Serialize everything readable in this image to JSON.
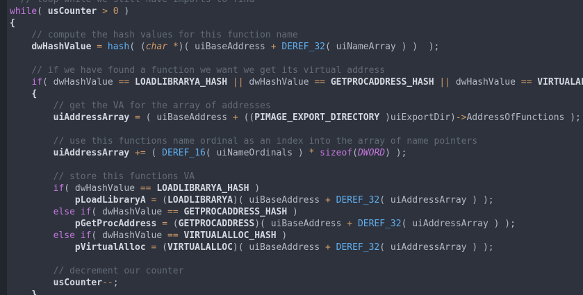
{
  "window": {
    "title": "code-editor-viewport"
  },
  "theme": {
    "background": "#2d323d",
    "gutter_strip": "#21252c",
    "plain_text": "#b4bac4",
    "bright_bold_text": "#d2d7de",
    "comment": "#636b77",
    "keyword": "#c678dd",
    "function_call": "#61afef",
    "operator": "#d19a66",
    "number": "#d19a66",
    "type_char_italic": "#d19a66",
    "type_dword_italic": "#c678dd"
  },
  "code": {
    "language": "c",
    "lines": [
      [
        [
          "cm",
          "  // loop while we still have imports to find"
        ]
      ],
      [
        [
          "kw",
          "while"
        ],
        [
          "pl",
          "( "
        ],
        [
          "b",
          "usCounter"
        ],
        [
          "pl",
          " "
        ],
        [
          "op",
          ">"
        ],
        [
          "pl",
          " "
        ],
        [
          "num",
          "0"
        ],
        [
          "pl",
          " )"
        ]
      ],
      [
        [
          "b",
          "{"
        ]
      ],
      [
        [
          "pl",
          "    "
        ],
        [
          "cm",
          "// compute the hash values for this function name"
        ]
      ],
      [
        [
          "pl",
          "    "
        ],
        [
          "b",
          "dwHashValue"
        ],
        [
          "pl",
          " "
        ],
        [
          "op",
          "="
        ],
        [
          "pl",
          " "
        ],
        [
          "fn",
          "hash"
        ],
        [
          "pl",
          "( ("
        ],
        [
          "tyo",
          "char"
        ],
        [
          "pl",
          " "
        ],
        [
          "op",
          "*"
        ],
        [
          "pl",
          ")( uiBaseAddress "
        ],
        [
          "op",
          "+"
        ],
        [
          "pl",
          " "
        ],
        [
          "fn",
          "DEREF_32"
        ],
        [
          "pl",
          "( uiNameArray ) )  );"
        ]
      ],
      [],
      [
        [
          "pl",
          "    "
        ],
        [
          "cm",
          "// if we have found a function we want we get its virtual address"
        ]
      ],
      [
        [
          "pl",
          "    "
        ],
        [
          "kw",
          "if"
        ],
        [
          "pl",
          "( dwHashValue "
        ],
        [
          "op",
          "=="
        ],
        [
          "pl",
          " "
        ],
        [
          "b",
          "LOADLIBRARYA_HASH"
        ],
        [
          "pl",
          " "
        ],
        [
          "op",
          "||"
        ],
        [
          "pl",
          " dwHashValue "
        ],
        [
          "op",
          "=="
        ],
        [
          "pl",
          " "
        ],
        [
          "b",
          "GETPROCADDRESS_HASH"
        ],
        [
          "pl",
          " "
        ],
        [
          "op",
          "||"
        ],
        [
          "pl",
          " dwHashValue "
        ],
        [
          "op",
          "=="
        ],
        [
          "pl",
          " "
        ],
        [
          "b",
          "VIRTUALALLOC_HASH"
        ],
        [
          "pl",
          " )"
        ]
      ],
      [
        [
          "pl",
          "    "
        ],
        [
          "b",
          "{"
        ]
      ],
      [
        [
          "pl",
          "        "
        ],
        [
          "cm",
          "// get the VA for the array of addresses"
        ]
      ],
      [
        [
          "pl",
          "        "
        ],
        [
          "b",
          "uiAddressArray"
        ],
        [
          "pl",
          " "
        ],
        [
          "op",
          "="
        ],
        [
          "pl",
          " ( uiBaseAddress "
        ],
        [
          "op",
          "+"
        ],
        [
          "pl",
          " (("
        ],
        [
          "b",
          "PIMAGE_EXPORT_DIRECTORY"
        ],
        [
          "pl",
          " )uiExportDir)"
        ],
        [
          "op",
          "->"
        ],
        [
          "pl",
          "AddressOfFunctions );"
        ]
      ],
      [],
      [
        [
          "pl",
          "        "
        ],
        [
          "cm",
          "// use this functions name ordinal as an index into the array of name pointers"
        ]
      ],
      [
        [
          "pl",
          "        "
        ],
        [
          "b",
          "uiAddressArray"
        ],
        [
          "pl",
          " "
        ],
        [
          "op",
          "+="
        ],
        [
          "pl",
          " ( "
        ],
        [
          "fn",
          "DEREF_16"
        ],
        [
          "pl",
          "( uiNameOrdinals ) "
        ],
        [
          "op",
          "*"
        ],
        [
          "pl",
          " "
        ],
        [
          "kw",
          "sizeof"
        ],
        [
          "pl",
          "("
        ],
        [
          "typ",
          "DWORD"
        ],
        [
          "pl",
          ") );"
        ]
      ],
      [],
      [
        [
          "pl",
          "        "
        ],
        [
          "cm",
          "// store this functions VA"
        ]
      ],
      [
        [
          "pl",
          "        "
        ],
        [
          "kw",
          "if"
        ],
        [
          "pl",
          "( dwHashValue "
        ],
        [
          "op",
          "=="
        ],
        [
          "pl",
          " "
        ],
        [
          "b",
          "LOADLIBRARYA_HASH"
        ],
        [
          "pl",
          " )"
        ]
      ],
      [
        [
          "pl",
          "            "
        ],
        [
          "b",
          "pLoadLibraryA"
        ],
        [
          "pl",
          " "
        ],
        [
          "op",
          "="
        ],
        [
          "pl",
          " ("
        ],
        [
          "b",
          "LOADLIBRARYA"
        ],
        [
          "pl",
          ")( uiBaseAddress "
        ],
        [
          "op",
          "+"
        ],
        [
          "pl",
          " "
        ],
        [
          "fn",
          "DEREF_32"
        ],
        [
          "pl",
          "( uiAddressArray ) );"
        ]
      ],
      [
        [
          "pl",
          "        "
        ],
        [
          "kw",
          "else"
        ],
        [
          "pl",
          " "
        ],
        [
          "kw",
          "if"
        ],
        [
          "pl",
          "( dwHashValue "
        ],
        [
          "op",
          "=="
        ],
        [
          "pl",
          " "
        ],
        [
          "b",
          "GETPROCADDRESS_HASH"
        ],
        [
          "pl",
          " )"
        ]
      ],
      [
        [
          "pl",
          "            "
        ],
        [
          "b",
          "pGetProcAddress"
        ],
        [
          "pl",
          " "
        ],
        [
          "op",
          "="
        ],
        [
          "pl",
          " ("
        ],
        [
          "b",
          "GETPROCADDRESS"
        ],
        [
          "pl",
          ")( uiBaseAddress "
        ],
        [
          "op",
          "+"
        ],
        [
          "pl",
          " "
        ],
        [
          "fn",
          "DEREF_32"
        ],
        [
          "pl",
          "( uiAddressArray ) );"
        ]
      ],
      [
        [
          "pl",
          "        "
        ],
        [
          "kw",
          "else"
        ],
        [
          "pl",
          " "
        ],
        [
          "kw",
          "if"
        ],
        [
          "pl",
          "( dwHashValue "
        ],
        [
          "op",
          "=="
        ],
        [
          "pl",
          " "
        ],
        [
          "b",
          "VIRTUALALLOC_HASH"
        ],
        [
          "pl",
          " )"
        ]
      ],
      [
        [
          "pl",
          "            "
        ],
        [
          "b",
          "pVirtualAlloc"
        ],
        [
          "pl",
          " "
        ],
        [
          "op",
          "="
        ],
        [
          "pl",
          " ("
        ],
        [
          "b",
          "VIRTUALALLOC"
        ],
        [
          "pl",
          ")( uiBaseAddress "
        ],
        [
          "op",
          "+"
        ],
        [
          "pl",
          " "
        ],
        [
          "fn",
          "DEREF_32"
        ],
        [
          "pl",
          "( uiAddressArray ) );"
        ]
      ],
      [],
      [
        [
          "pl",
          "        "
        ],
        [
          "cm",
          "// decrement our counter"
        ]
      ],
      [
        [
          "pl",
          "        "
        ],
        [
          "b",
          "usCounter"
        ],
        [
          "op",
          "--"
        ],
        [
          "pl",
          ";"
        ]
      ],
      [
        [
          "pl",
          "    "
        ],
        [
          "b",
          "}"
        ]
      ]
    ]
  }
}
